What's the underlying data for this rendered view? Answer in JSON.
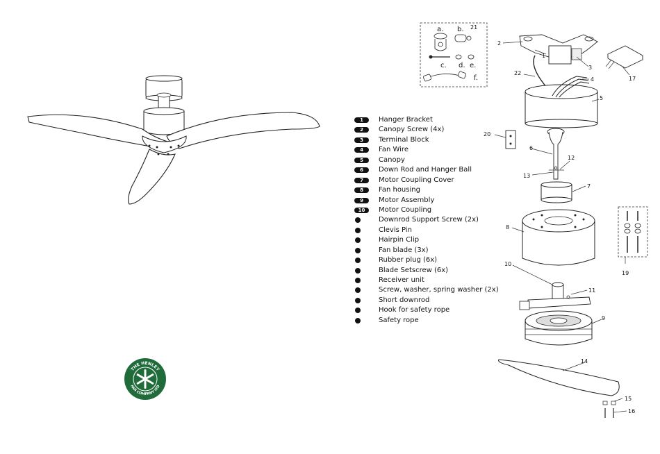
{
  "parts": [
    {
      "num": "1",
      "name": "Hanger Bracket",
      "style": "badge"
    },
    {
      "num": "2",
      "name": "Canopy Screw (4x)",
      "style": "badge"
    },
    {
      "num": "3",
      "name": "Terminal Block",
      "style": "badge"
    },
    {
      "num": "4",
      "name": "Fan Wire",
      "style": "badge"
    },
    {
      "num": "5",
      "name": "Canopy",
      "style": "badge"
    },
    {
      "num": "6",
      "name": "Down Rod and Hanger Ball",
      "style": "badge"
    },
    {
      "num": "7",
      "name": "Motor Coupling Cover",
      "style": "badge"
    },
    {
      "num": "8",
      "name": "Fan housing",
      "style": "badge"
    },
    {
      "num": "9",
      "name": "Motor Assembly",
      "style": "badge"
    },
    {
      "num": "10",
      "name": "Motor Coupling",
      "style": "badge"
    },
    {
      "num": "11",
      "name": "Downrod Support Screw (2x)",
      "style": "dot"
    },
    {
      "num": "12",
      "name": "Clevis Pin",
      "style": "dot"
    },
    {
      "num": "13",
      "name": "Hairpin Clip",
      "style": "dot"
    },
    {
      "num": "14",
      "name": "Fan blade (3x)",
      "style": "dot"
    },
    {
      "num": "15",
      "name": "Rubber plug (6x)",
      "style": "dot"
    },
    {
      "num": "16",
      "name": "Blade Setscrew (6x)",
      "style": "dot"
    },
    {
      "num": "17",
      "name": "Receiver unit",
      "style": "dot"
    },
    {
      "num": "19",
      "name": "Screw, washer, spring washer (2x)",
      "style": "dot"
    },
    {
      "num": "20",
      "name": "Short downrod",
      "style": "dot"
    },
    {
      "num": "21",
      "name": "Hook for safety rope",
      "style": "dot"
    },
    {
      "num": "22",
      "name": "Safety rope",
      "style": "dot"
    }
  ],
  "diagram_labels": {
    "l1": "1",
    "l2": "2",
    "l3": "3",
    "l4": "4",
    "l5": "5",
    "l6": "6",
    "l7": "7",
    "l8": "8",
    "l9": "9",
    "l10": "10",
    "l11": "11",
    "l12": "12",
    "l13": "13",
    "l14": "14",
    "l15": "15",
    "l16": "16",
    "l17": "17",
    "l19": "19",
    "l20": "20",
    "l22": "22"
  },
  "hardware_box": {
    "a": "a.",
    "b": "b.",
    "num": "21",
    "c": "c.",
    "d": "d.",
    "e": "e.",
    "f": "f."
  },
  "logo": {
    "top_text": "THE HENLEY",
    "bottom_text": "FAN COMPANY LTD",
    "color": "#1f6b3a"
  }
}
